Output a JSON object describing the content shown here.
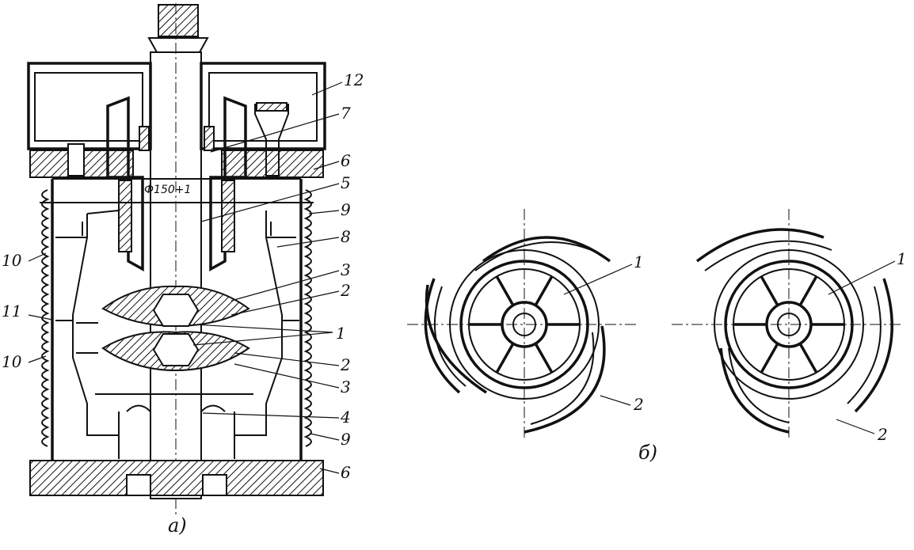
{
  "figure_a": {
    "caption": "а)",
    "dimension_label": "Ф150+1",
    "callouts": [
      "12",
      "7",
      "6",
      "5",
      "9",
      "8",
      "3",
      "2",
      "1",
      "2",
      "3",
      "4",
      "9",
      "6",
      "10",
      "11",
      "10"
    ]
  },
  "figure_b": {
    "caption": "б)",
    "left_wheel": {
      "callouts": [
        "1",
        "2"
      ]
    },
    "right_wheel": {
      "callouts": [
        "1",
        "2"
      ]
    }
  }
}
